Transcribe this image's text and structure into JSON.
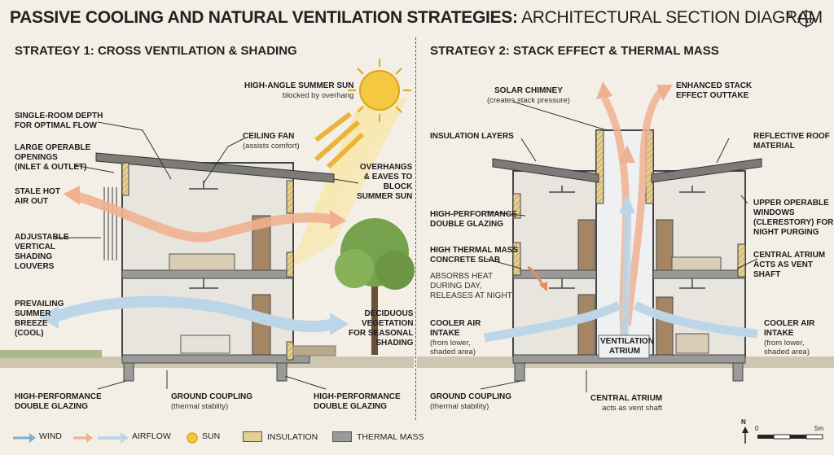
{
  "title_bold": "PASSIVE COOLING AND NATURAL VENTILATION STRATEGIES:",
  "title_rest": "ARCHITECTURAL SECTION DIAGRAM",
  "compass_label": "N",
  "left": {
    "heading": "STRATEGY 1: CROSS VENTILATION & SHADING",
    "labels": {
      "sun": "HIGH-ANGLE SUMMER SUN",
      "sun_sub": "blocked by overhang",
      "depth_1": "SINGLE-ROOM DEPTH",
      "depth_2": "FOR OPTIMAL FLOW",
      "fan": "CEILING FAN",
      "fan_sub": "(assists comfort)",
      "openings_1": "LARGE OPERABLE",
      "openings_2": "OPENINGS",
      "openings_3": "(INLET & OUTLET)",
      "overhang_1": "OVERHANGS",
      "overhang_2": "& EAVES TO",
      "overhang_3": "BLOCK",
      "overhang_4": "SUMMER SUN",
      "stale_1": "STALE HOT",
      "stale_2": "AIR OUT",
      "louver_1": "ADJUSTABLE",
      "louver_2": "VERTICAL",
      "louver_3": "SHADING",
      "louver_4": "LOUVERS",
      "breeze_1": "PREVAILING",
      "breeze_2": "SUMMER",
      "breeze_3": "BREEZE",
      "breeze_4": "(COOL)",
      "veg_1": "DECIDUOUS",
      "veg_2": "VEGETATION",
      "veg_3": "FOR SEASONAL",
      "veg_4": "SHADING",
      "glaze_l_1": "HIGH-PERFORMANCE",
      "glaze_l_2": "DOUBLE GLAZING",
      "ground": "GROUND COUPLING",
      "ground_sub": "(thermal stablity)",
      "glaze_r_1": "HIGH-PERFORMANCE",
      "glaze_r_2": "DOUBLE GLAZING"
    }
  },
  "right": {
    "heading": "STRATEGY 2: STACK EFFECT & THERMAL MASS",
    "labels": {
      "chimney": "SOLAR CHIMNEY",
      "chimney_sub": "(creates stack pressure)",
      "outtake_1": "ENHANCED STACK",
      "outtake_2": "EFFECT OUTTAKE",
      "insulation": "INSULATION LAYERS",
      "roof_1": "REFLECTIVE ROOF",
      "roof_2": "MATERIAL",
      "glaze_1": "HIGH-PERFORMANCE",
      "glaze_2": "DOUBLE GLAZING",
      "clere_1": "UPPER OPERABLE",
      "clere_2": "WINDOWS",
      "clere_3": "(CLERESTORY) FOR",
      "clere_4": "NIGHT PURGING",
      "mass_1": "HIGH THERMAL MASS",
      "mass_2": "CONCRETE SLAB",
      "absorb_1": "ABSORBS HEAT",
      "absorb_2": "DURING DAY,",
      "absorb_3": "RELEASES AT NIGHT",
      "atrium_1": "CENTRAL ATRIUM",
      "atrium_2": "ACTS AS VENT",
      "atrium_3": "SHAFT",
      "cool_l_1": "COOLER AIR",
      "cool_l_2": "INTAKE",
      "cool_l_3": "(from lower,",
      "cool_l_4": "shaded area)",
      "vent_1": "VENTILATION",
      "vent_2": "ATRIUM",
      "cool_r_1": "COOLER AIR",
      "cool_r_2": "INTAKE",
      "cool_r_3": "(from lower,",
      "cool_r_4": "shaded area)",
      "ground": "GROUND COUPLING",
      "ground_sub": "(thermal stability)",
      "atrium_b": "CENTRAL ATRIUM",
      "atrium_b_sub": "acts as vent shaft"
    }
  },
  "legend": {
    "wind": "WIND",
    "airflow": "AIRFLOW",
    "sun": "SUN",
    "insulation": "INSULATION",
    "thermal_mass": "THERMAL MASS"
  },
  "scale": {
    "north": "N",
    "zero": "0",
    "five": "5m"
  },
  "colors": {
    "cool_air": "#bcd6e8",
    "warm_air": "#efb08f",
    "insulation": "#e4cf92",
    "thermal_mass": "#9a9a98",
    "sun": "#f5c842"
  }
}
